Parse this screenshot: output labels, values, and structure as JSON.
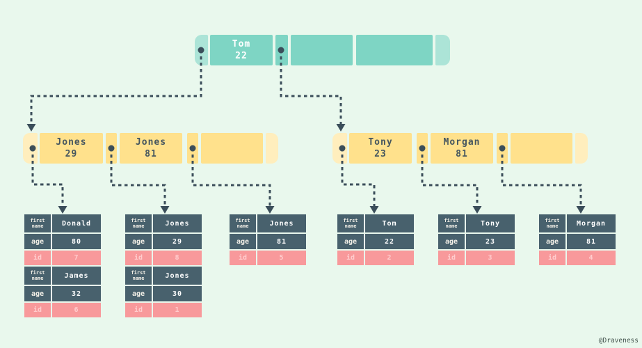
{
  "diagram_type": "b-plus-tree-index",
  "colors": {
    "background": "#e9f8ed",
    "teal": "#7ed5c4",
    "teal_light": "#ace4d7",
    "yellow": "#ffe18c",
    "yellow_light": "#ffeebd",
    "slate": "#48616d",
    "pink": "#f8999b",
    "pink_text": "#ffcdce",
    "line": "#3b4e5a",
    "white_text": "#ffffff"
  },
  "root_node": {
    "key1": {
      "name": "Tom",
      "age": "22"
    }
  },
  "left_node": {
    "key1": {
      "name": "Jones",
      "age": "29"
    },
    "key2": {
      "name": "Jones",
      "age": "81"
    }
  },
  "right_node": {
    "key1": {
      "name": "Tony",
      "age": "23"
    },
    "key2": {
      "name": "Morgan",
      "age": "81"
    }
  },
  "labels": {
    "first_line1": "first",
    "first_line2": "name",
    "age": "age",
    "id": "id"
  },
  "tables": {
    "t1": {
      "r1": {
        "name": "Donald",
        "age": "80",
        "id": "7"
      },
      "r2": {
        "name": "James",
        "age": "32",
        "id": "6"
      }
    },
    "t2": {
      "r1": {
        "name": "Jones",
        "age": "29",
        "id": "8"
      },
      "r2": {
        "name": "Jones",
        "age": "30",
        "id": "1"
      }
    },
    "t3": {
      "r1": {
        "name": "Jones",
        "age": "81",
        "id": "5"
      }
    },
    "t4": {
      "r1": {
        "name": "Tom",
        "age": "22",
        "id": "2"
      }
    },
    "t5": {
      "r1": {
        "name": "Tony",
        "age": "23",
        "id": "3"
      }
    },
    "t6": {
      "r1": {
        "name": "Morgan",
        "age": "81",
        "id": "4"
      }
    }
  },
  "watermark": "@Draveness"
}
